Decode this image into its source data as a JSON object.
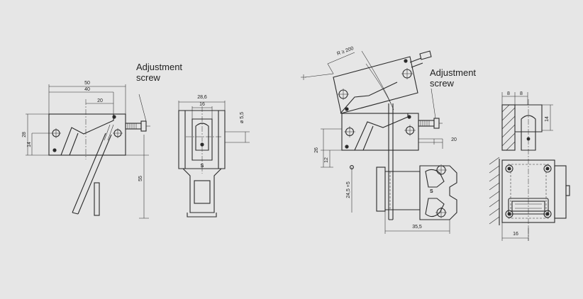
{
  "annotations": {
    "left_screw_label": [
      "Adjustment",
      "screw"
    ],
    "right_screw_label": [
      "Adjustment",
      "screw"
    ]
  },
  "dimensions": {
    "d50": "50",
    "d40": "40",
    "d20_top": "20",
    "d28": "28",
    "d14_left": "14",
    "d55": "55",
    "d28_6": "28,6",
    "d16_top": "16",
    "d5_5": "ø 5,5",
    "r200": "R ≥ 200",
    "d26": "26",
    "d12": "12",
    "d24_5": "24,5 +5",
    "d20_right": "20",
    "d35_5": "35,5",
    "d8a": "8",
    "d8b": "8",
    "d14_right": "14",
    "d16_bottom": "16"
  }
}
